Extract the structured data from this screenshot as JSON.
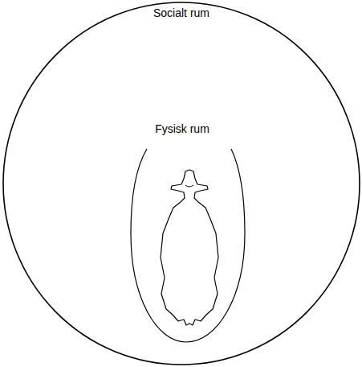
{
  "diagram": {
    "nodes": [
      {
        "text": [
          "Socialt rum"
        ]
      },
      {
        "text": [
          "Fysisk rum"
        ],
        "in": 0
      }
    ]
  }
}
